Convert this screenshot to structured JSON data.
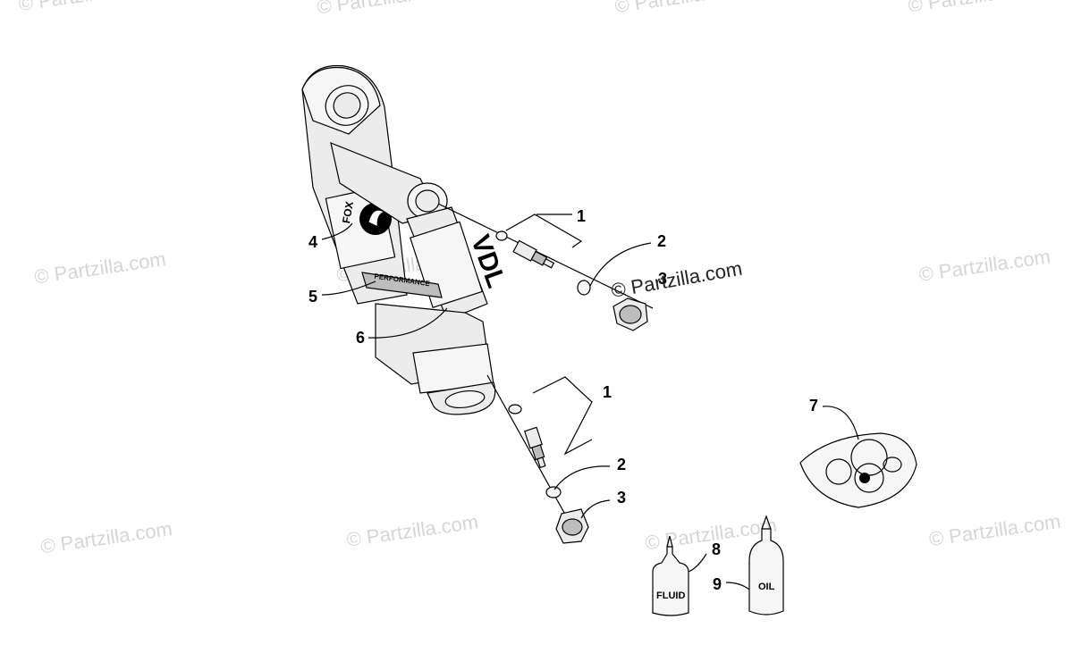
{
  "watermarks": {
    "text": "© Partzilla.com",
    "center_text": "© Partzilla.com"
  },
  "callouts": {
    "c1_top": "1",
    "c2_top": "2",
    "c3_top": "3",
    "c4": "4",
    "c5": "5",
    "c6": "6",
    "c1_bottom": "1",
    "c2_bottom": "2",
    "c3_bottom": "3",
    "c7": "7",
    "c8": "8",
    "c9": "9"
  },
  "shock_labels": {
    "brand_reservoir": "FOX",
    "brand_body": "VDL",
    "band_text": "PERFORMANCE"
  },
  "bottles": {
    "fluid_label": "FLUID",
    "oil_label": "OIL"
  },
  "colors": {
    "ink": "#000000",
    "watermark": "#d6d6d6",
    "background": "#ffffff"
  }
}
